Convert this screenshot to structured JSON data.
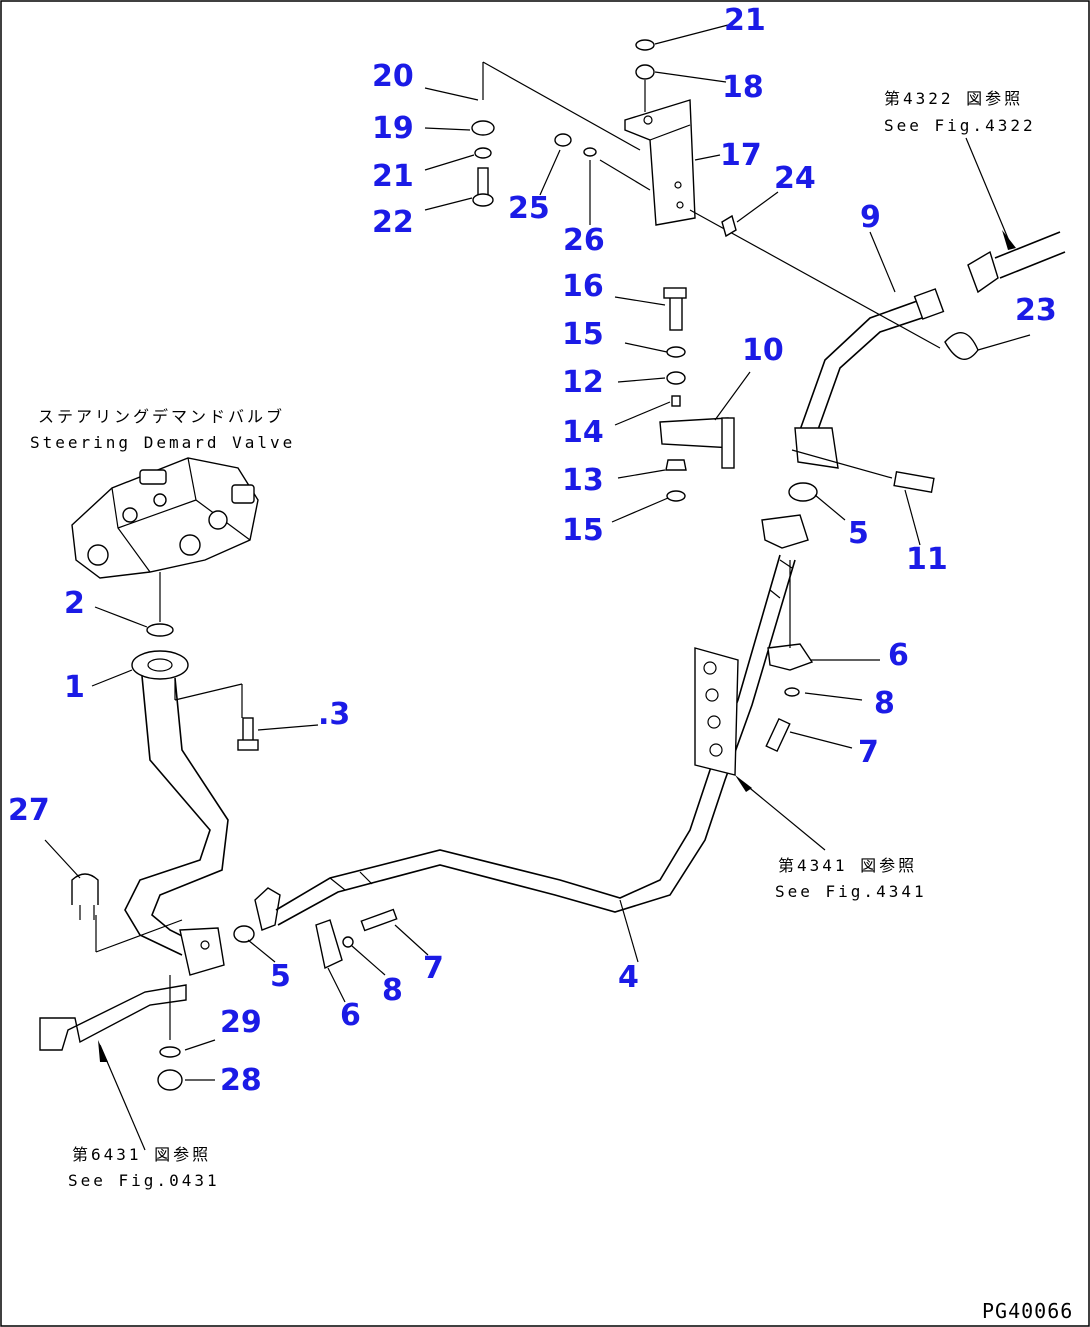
{
  "callouts": {
    "c1": "1",
    "c2": "2",
    "c3": ".3",
    "c4": "4",
    "c5a": "5",
    "c5b": "5",
    "c6a": "6",
    "c6b": "6",
    "c7a": "7",
    "c7b": "7",
    "c8a": "8",
    "c8b": "8",
    "c9": "9",
    "c10": "10",
    "c11": "11",
    "c12": "12",
    "c13": "13",
    "c14": "14",
    "c15a": "15",
    "c15b": "15",
    "c16": "16",
    "c17": "17",
    "c18": "18",
    "c19": "19",
    "c20": "20",
    "c21a": "21",
    "c21b": "21",
    "c22": "22",
    "c23": "23",
    "c24": "24",
    "c25": "25",
    "c26": "26",
    "c27": "27",
    "c28": "28",
    "c29": "29"
  },
  "notes": {
    "valve_jp": "ステアリングデマンドバルブ",
    "valve_en": "Steering Demard Valve",
    "ref4322_jp": "第4322 図参照",
    "ref4322_en": "See Fig.4322",
    "ref4341_jp": "第4341 図参照",
    "ref4341_en": "See Fig.4341",
    "ref6431_jp": "第6431 図参照",
    "ref6431_en": "See Fig.0431"
  },
  "drawing_code": "PG40066"
}
